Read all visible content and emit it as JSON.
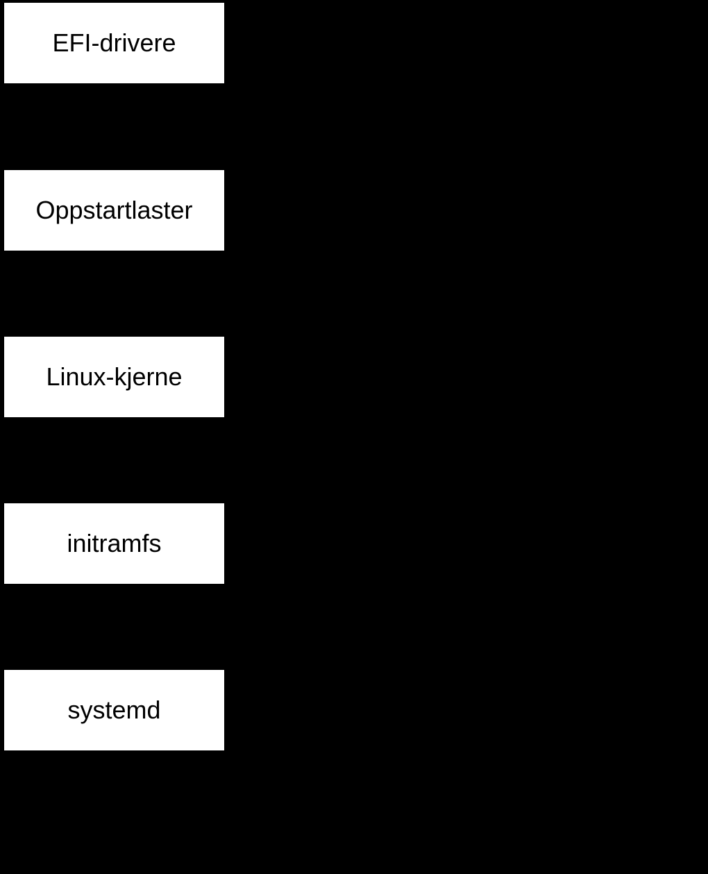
{
  "diagram": {
    "type": "flowchart",
    "orientation": "vertical",
    "colors": {
      "background": "#000000",
      "node_fill": "#ffffff",
      "node_text": "#000000"
    },
    "nodes": [
      {
        "label": "EFI-drivere"
      },
      {
        "label": "Oppstartlaster"
      },
      {
        "label": "Linux-kjerne"
      },
      {
        "label": "initramfs"
      },
      {
        "label": "systemd"
      }
    ]
  }
}
